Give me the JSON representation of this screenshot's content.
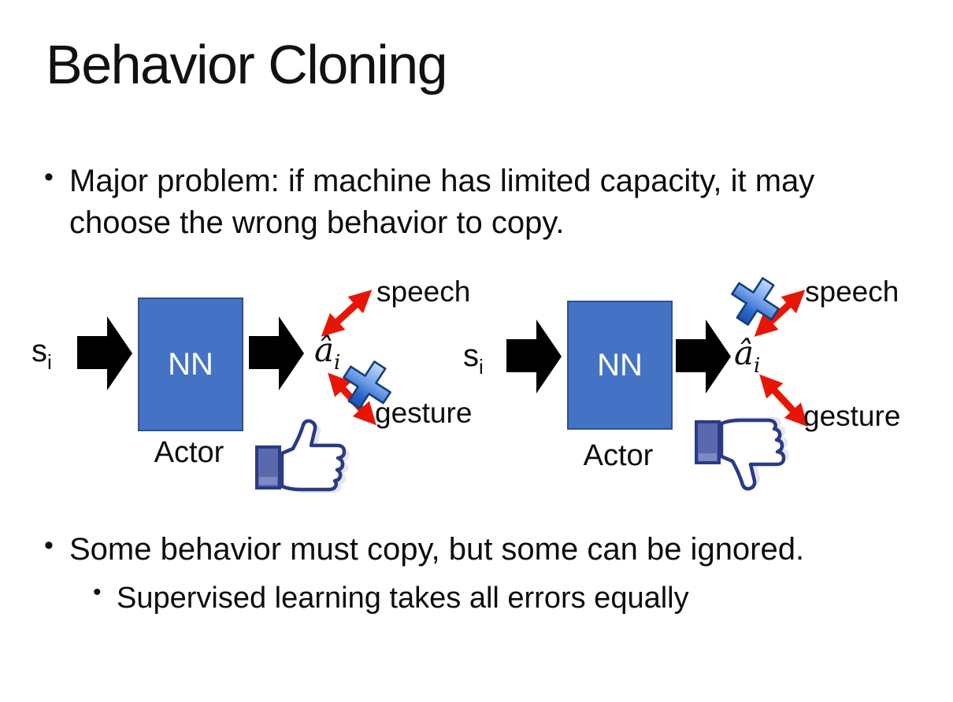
{
  "slide": {
    "title": "Behavior Cloning",
    "bullet_glyph": "•",
    "bullets": {
      "major_problem": "Major problem: if machine has limited capacity, it may choose the wrong behavior to copy.",
      "some_behavior": "Some behavior must copy, but some can be ignored.",
      "supervised": "Supervised learning takes all errors equally"
    },
    "colors": {
      "nn_box_fill": "#4472C4",
      "nn_box_border": "#2F528F",
      "black_arrow": "#000000",
      "red_arrow": "#E81505",
      "cross_blue": "#3E73D3",
      "thumb_outline": "#2B3A87",
      "thumb_cuff": "#5A68AE"
    },
    "diagrams": [
      {
        "input_base": "s",
        "input_sub": "i",
        "box_label": "NN",
        "output_base": "â",
        "output_sub": "i",
        "speech_label": "speech",
        "gesture_label": "gesture",
        "caption": "Actor",
        "crossed_out": "gesture",
        "feedback": "thumbs-up"
      },
      {
        "input_base": "s",
        "input_sub": "i",
        "box_label": "NN",
        "output_base": "â",
        "output_sub": "i",
        "speech_label": "speech",
        "gesture_label": "gesture",
        "caption": "Actor",
        "crossed_out": "speech",
        "feedback": "thumbs-down"
      }
    ]
  }
}
